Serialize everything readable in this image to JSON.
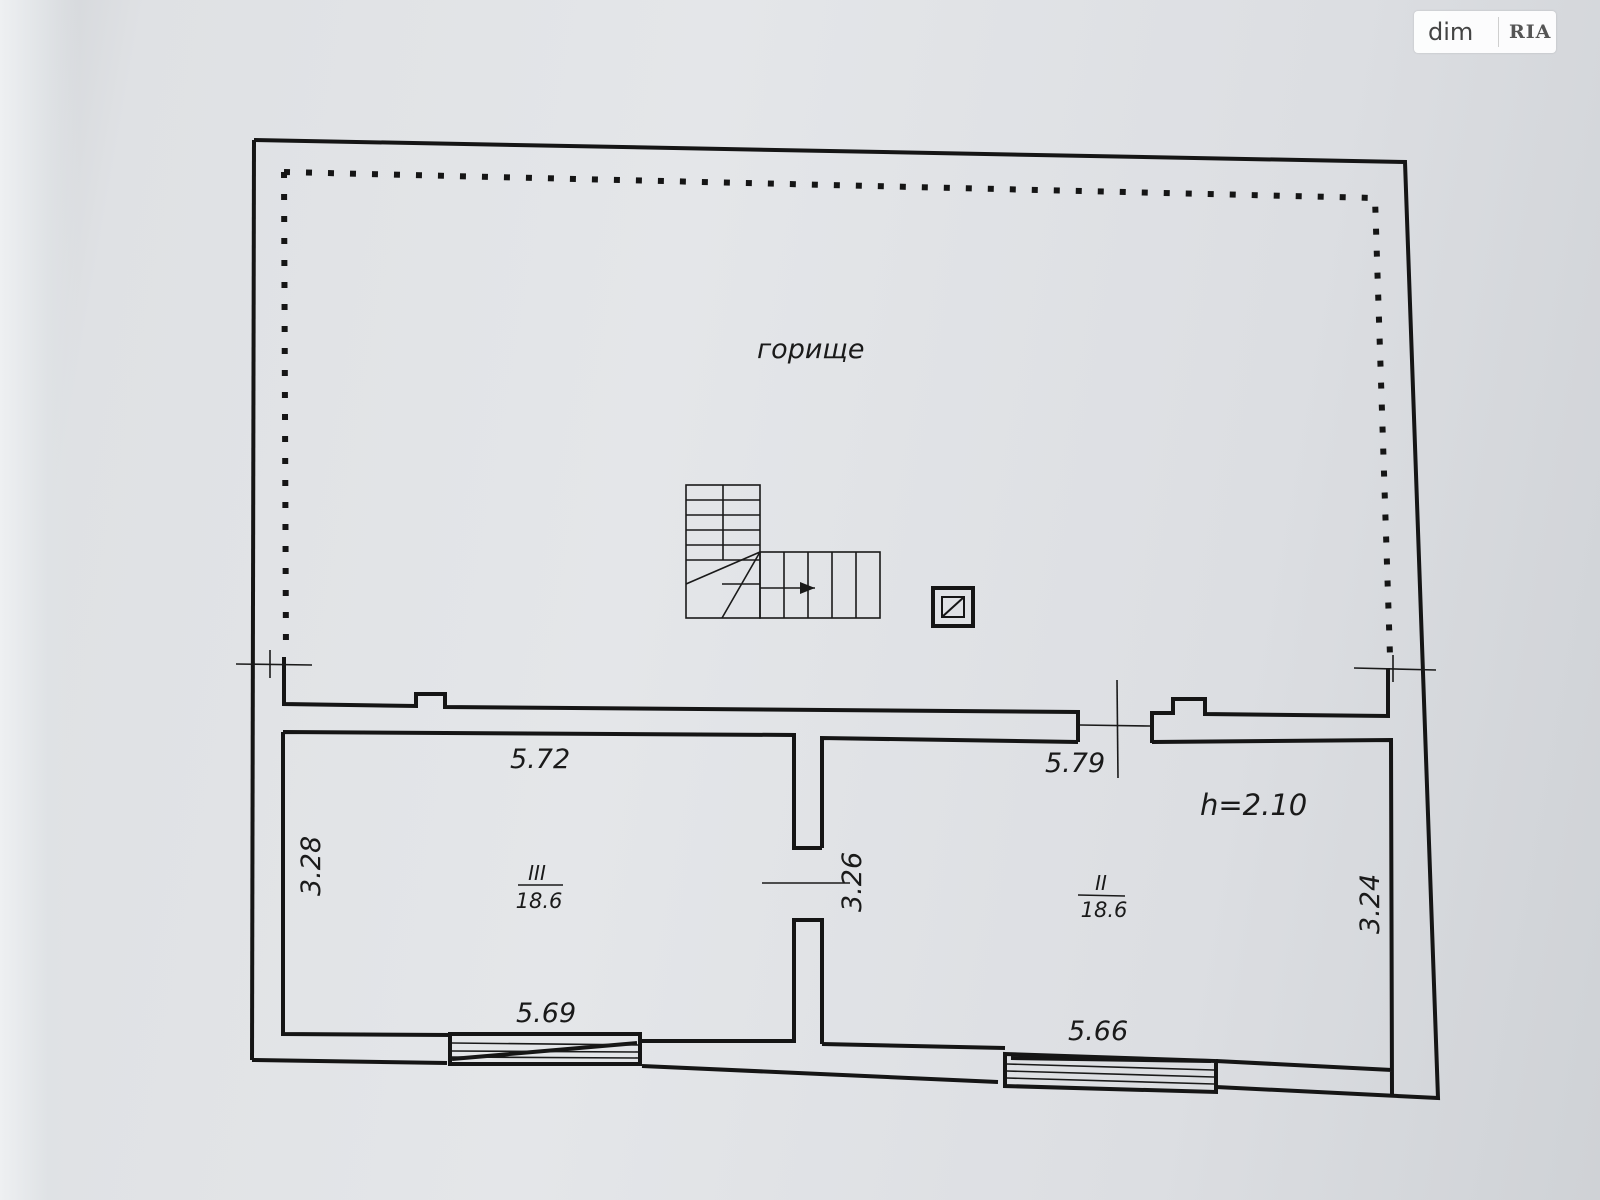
{
  "watermark": {
    "site": "dim",
    "brand": "RIA"
  },
  "plan": {
    "attic_label": "горище",
    "height_label": "h=2.10",
    "rooms": [
      {
        "number": "III",
        "area": "18.6"
      },
      {
        "number": "II",
        "area": "18.6"
      }
    ],
    "dimensions": {
      "room3_top": "5.72",
      "room3_bottom": "5.69",
      "room3_left": "3.28",
      "partition_door": "3.26",
      "room2_top": "5.79",
      "room2_bottom": "5.66",
      "room2_right": "3.24"
    }
  }
}
